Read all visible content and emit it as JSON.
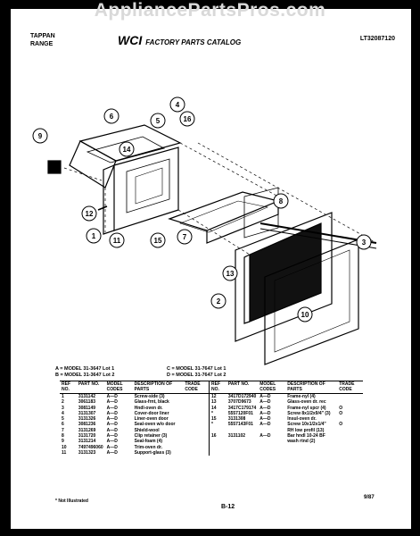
{
  "watermark": "AppliancePartsPros.com",
  "header": {
    "brand_line1": "TAPPAN",
    "brand_line2": "RANGE",
    "logo": "WCI",
    "catalog_title": "FACTORY PARTS CATALOG",
    "doc_id": "LT32087120"
  },
  "callouts": [
    "1",
    "2",
    "3",
    "4",
    "5",
    "6",
    "7",
    "8",
    "9",
    "10",
    "11",
    "12",
    "13",
    "14",
    "15",
    "16"
  ],
  "legend": {
    "a": "A  =  MODEL 31-3647 Lot 1",
    "b": "B  =  MODEL 31-3647 Lot 2",
    "c": "C  =  MODEL 31-7647 Lot 1",
    "d": "D  =  MODEL 31-7647 Lot 2"
  },
  "table": {
    "headers": [
      "REF NO.",
      "PART NO.",
      "MODEL CODES",
      "DESCRIPTION OF PARTS",
      "TRADE CODE",
      "REF NO.",
      "PART NO.",
      "MODEL CODES",
      "DESCRIPTION OF PARTS",
      "TRADE CODE"
    ],
    "left_rows": [
      [
        "1",
        "3131142",
        "A—D",
        "Screw-side (3)"
      ],
      [
        "2",
        "3061183",
        "A—D",
        "Glass-frnt, black"
      ],
      [
        "3",
        "3081149",
        "A—D",
        "Hndl-oven dr."
      ],
      [
        "4",
        "3131307",
        "A—D",
        "Cover-door liner"
      ],
      [
        "5",
        "3131326",
        "A—D",
        "Liner-oven door"
      ],
      [
        "6",
        "3081236",
        "A—D",
        "Seal-oven w/o door"
      ],
      [
        "7",
        "3131269",
        "A—D",
        "Shield-wool"
      ],
      [
        "8",
        "3131720",
        "A—D",
        "Clip retainer (3)"
      ],
      [
        "9",
        "3131214",
        "A—D",
        "Seal-foam (4)"
      ],
      [
        "10",
        "7497496060",
        "A—D",
        "Trim-oven dr."
      ],
      [
        "11",
        "3131323",
        "A—D",
        "Support-glass (3)"
      ]
    ],
    "right_rows": [
      [
        "12",
        "3417D172940",
        "A—D",
        "Frame-nyl (4)",
        ""
      ],
      [
        "13",
        "3707D9673",
        "A—D",
        "Glass-oven dr. rec",
        ""
      ],
      [
        "14",
        "3417C179174",
        "A—D",
        "Frame-nyl spcr (4)",
        "O"
      ],
      [
        "*",
        "5557120F01",
        "A—D",
        "Screw 8x1/2x9/4\" (3)",
        "O"
      ],
      [
        "15",
        "3131308",
        "A—D",
        "Insul-oven dr.",
        ""
      ],
      [
        "*",
        "5557143F01",
        "A—D",
        "Screw 10x1/2x1/4\"",
        "O"
      ],
      [
        "",
        "",
        "",
        "RH low profil (13)",
        ""
      ],
      [
        "16",
        "3131102",
        "A—D",
        "Bar hndl 10-24 BF",
        ""
      ],
      [
        "",
        "",
        "",
        "wash rtnd (2)",
        ""
      ]
    ]
  },
  "footer": {
    "note": "* Not Illustrated",
    "page": "B-12",
    "date": "9/87"
  }
}
